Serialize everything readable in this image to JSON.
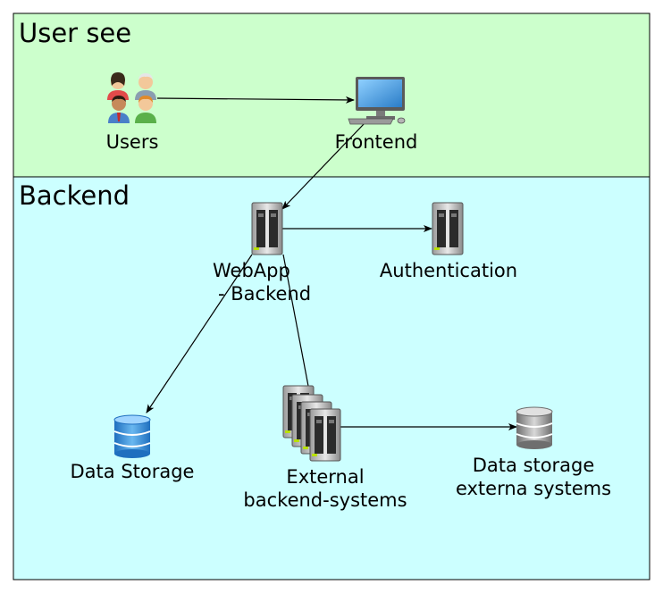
{
  "zones": {
    "user_side": {
      "title": "User see",
      "fill": "#ccffcc"
    },
    "backend": {
      "title": "Backend",
      "fill": "#ccffff"
    }
  },
  "nodes": {
    "users": {
      "label": "Users",
      "icon": "users-group-icon"
    },
    "frontend": {
      "label": "Frontend",
      "icon": "desktop-computer-icon"
    },
    "webapp": {
      "label_line1": "WebApp",
      "label_line2": "- Backend",
      "icon": "server-icon"
    },
    "authentication": {
      "label": "Authentication",
      "icon": "server-icon"
    },
    "data_storage": {
      "label": "Data Storage",
      "icon": "database-icon",
      "color": "#3a8fd9"
    },
    "external_backend": {
      "label_line1": "External",
      "label_line2": "backend-systems",
      "icon": "server-stack-icon"
    },
    "external_storage": {
      "label_line1": "Data storage",
      "label_line2": "externa systems",
      "icon": "database-icon",
      "color": "#8a8a8a"
    }
  },
  "edges": [
    {
      "from": "users",
      "to": "frontend"
    },
    {
      "from": "frontend",
      "to": "webapp"
    },
    {
      "from": "webapp",
      "to": "authentication"
    },
    {
      "from": "webapp",
      "to": "data_storage"
    },
    {
      "from": "webapp",
      "to": "external_backend"
    },
    {
      "from": "external_backend",
      "to": "external_storage"
    }
  ]
}
